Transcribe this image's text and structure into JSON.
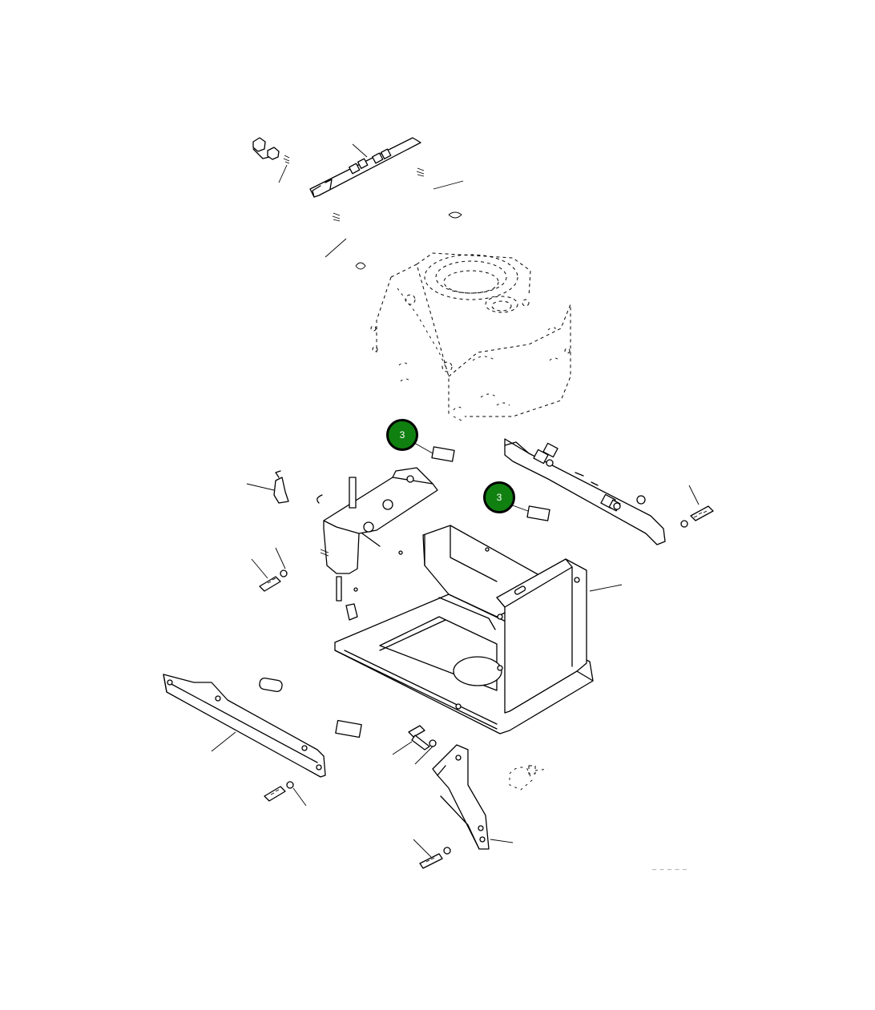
{
  "diagram": {
    "type": "exploded-parts-view",
    "callouts": [
      {
        "label": "3",
        "part": "pad-upper-left"
      },
      {
        "label": "3",
        "part": "pad-upper-right"
      }
    ],
    "callout_color": "#108010",
    "drawing_number": "_ _ _ _ _"
  }
}
